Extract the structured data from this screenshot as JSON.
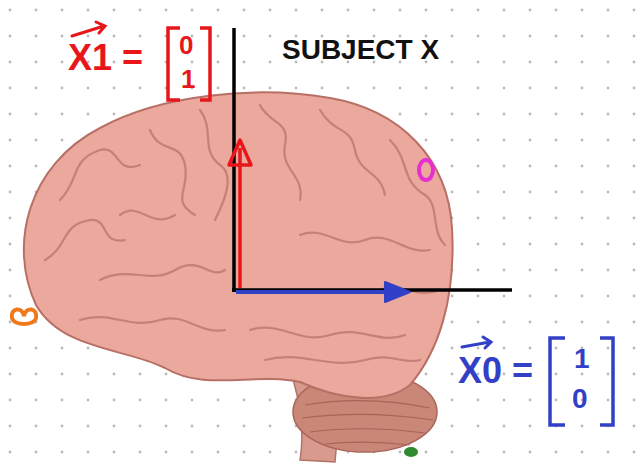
{
  "diagram": {
    "labels": [
      "X1 =",
      "0",
      "1",
      "SUBJECT X",
      "X0 =",
      "1",
      "0"
    ]
  }
}
